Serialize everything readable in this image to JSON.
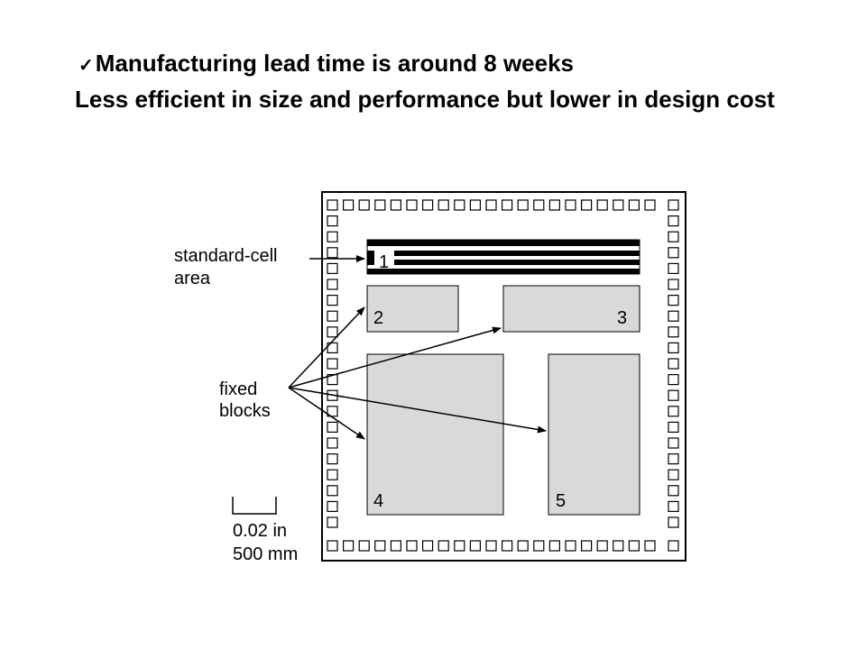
{
  "bullets": {
    "check_icon": "check-icon",
    "line1": "Manufacturing lead time is around 8 weeks",
    "line2": " Less efficient in size and performance but lower in design cost"
  },
  "diagram": {
    "block_labels": [
      "1",
      "2",
      "3",
      "4",
      "5"
    ],
    "standard_cell_label": [
      "standard-cell",
      "area"
    ],
    "fixed_blocks_label": [
      "fixed",
      "blocks"
    ],
    "scale_label": [
      "0.02 in",
      "500 mm"
    ],
    "colors": {
      "block_fill": "#d9d9d9",
      "stroke": "#000000"
    }
  }
}
